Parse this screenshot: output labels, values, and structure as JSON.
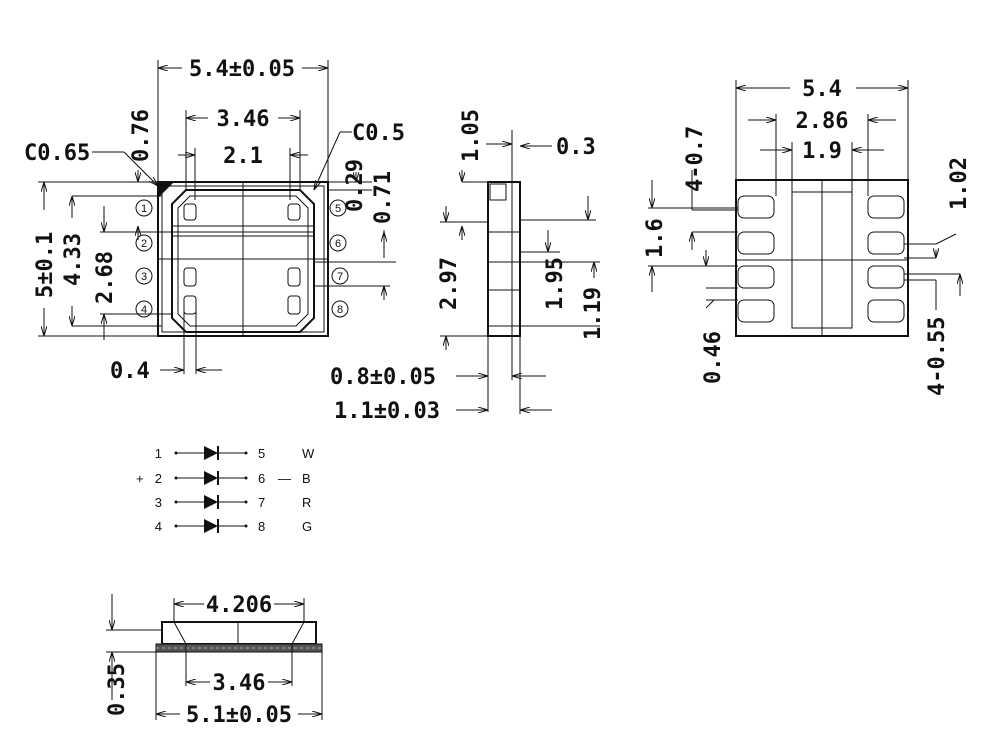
{
  "top_view": {
    "width_total": "5.4±0.05",
    "width_inner": "3.46",
    "width_center": "2.1",
    "chamfer_left": "C0.65",
    "chamfer_right": "C0.5",
    "dim_076": "0.76",
    "dim_029": "0.29",
    "dim_071": "0.71",
    "height_total": "5±0.1",
    "height_433": "4.33",
    "height_268": "2.68",
    "dim_04": "0.4",
    "pins_left": [
      "1",
      "2",
      "3",
      "4"
    ],
    "pins_right": [
      "5",
      "6",
      "7",
      "8"
    ]
  },
  "side_view": {
    "dim_105": "1.05",
    "dim_03": "0.3",
    "dim_297": "2.97",
    "dim_195": "1.95",
    "dim_119": "1.19",
    "dim_08": "0.8±0.05",
    "dim_11": "1.1±0.03"
  },
  "bottom_view": {
    "width": "5.4",
    "dim_286": "2.86",
    "dim_19": "1.9",
    "dim_4_07": "4-0.7",
    "dim_102": "1.02",
    "dim_16": "1.6",
    "dim_046": "0.46",
    "dim_4_055": "4-0.55"
  },
  "schematic": {
    "rows": [
      {
        "plus": "",
        "anode": "1",
        "cathode": "5",
        "minus": "",
        "color": "W"
      },
      {
        "plus": "+",
        "anode": "2",
        "cathode": "6",
        "minus": "—",
        "color": "B"
      },
      {
        "plus": "",
        "anode": "3",
        "cathode": "7",
        "minus": "",
        "color": "R"
      },
      {
        "plus": "",
        "anode": "4",
        "cathode": "8",
        "minus": "",
        "color": "G"
      }
    ]
  },
  "front_view": {
    "top_width": "4.206",
    "inner_width": "3.46",
    "base_width": "5.1±0.05",
    "height": "0.35"
  }
}
